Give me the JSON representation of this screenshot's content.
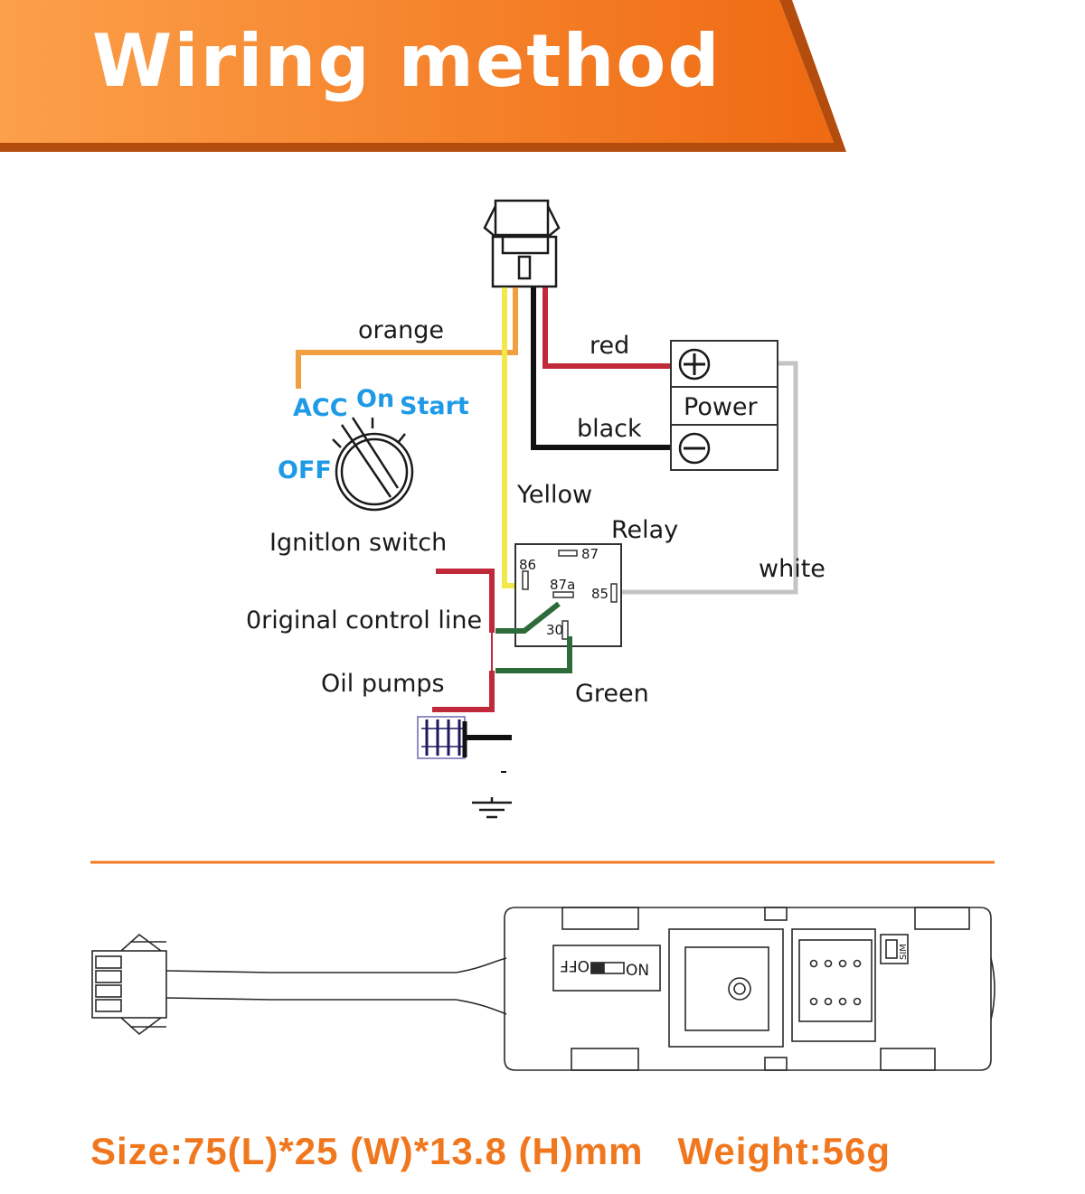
{
  "header": {
    "title": "Wiring method"
  },
  "colors": {
    "accent": "#f47a20",
    "banner_light": "#fca04a",
    "banner_dark": "#ef6a12",
    "wire_orange": "#f0a040",
    "wire_red": "#c0293a",
    "wire_black": "#111111",
    "wire_yellow": "#f2e84a",
    "wire_white": "#c4c4c4",
    "wire_green": "#2e6b3a",
    "ignition_blue": "#1e9ae6"
  },
  "diagram": {
    "wires": {
      "orange": "orange",
      "red": "red",
      "black": "black",
      "yellow": "Yellow",
      "white": "white",
      "green": "Green"
    },
    "power": {
      "label": "Power"
    },
    "relay": {
      "label": "Relay",
      "pins": {
        "p86": "86",
        "p87": "87",
        "p87a": "87a",
        "p85": "85",
        "p30": "30"
      }
    },
    "ignition": {
      "label": "Ignitlon switch",
      "positions": {
        "acc": "ACC",
        "on": "On",
        "start": "Start",
        "off": "OFF"
      }
    },
    "original_control_line": "0riginal control line",
    "oil_pumps": "Oil pumps"
  },
  "device": {
    "switch_on": "ON",
    "switch_off": "OFF",
    "sim": "SIM"
  },
  "footer": {
    "specs": "Size:75(L)*25 (W)*13.8 (H)mm   Weight:56g"
  }
}
